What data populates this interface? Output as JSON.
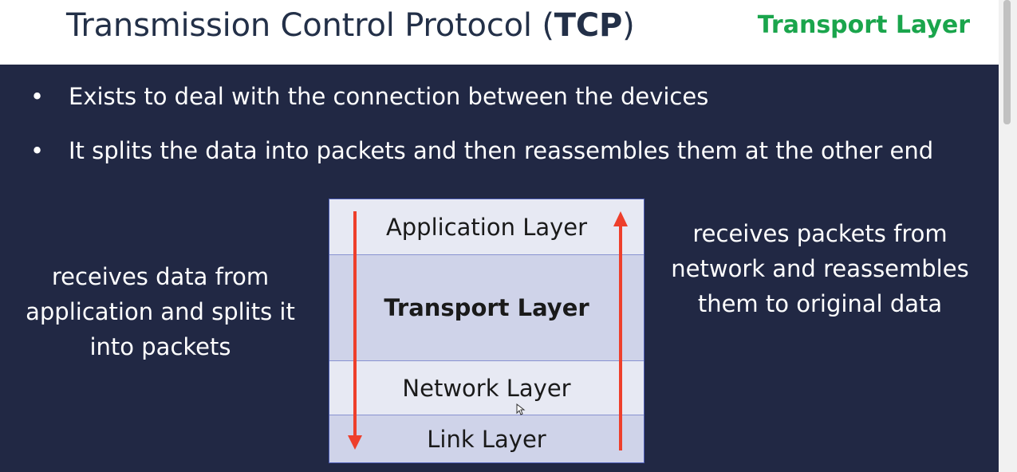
{
  "header": {
    "title_prefix": "Transmission Control Protocol (",
    "title_bold": "TCP",
    "title_suffix": ")",
    "section_label": "Transport Layer"
  },
  "bullets": [
    "Exists to deal with the connection between the devices",
    "It splits the data into packets and then reassembles them at the other end"
  ],
  "bullet_symbol": "•",
  "diagram": {
    "layers": [
      "Application Layer",
      "Transport Layer",
      "Network Layer",
      "Link Layer"
    ],
    "left_text": [
      "receives data from",
      "application and splits it",
      "into packets"
    ],
    "right_text": [
      "receives packets from",
      "network and reassembles",
      "them to original data"
    ]
  },
  "colors": {
    "background": "#212844",
    "title": "#233048",
    "section_label": "#1aa54c",
    "arrow": "#ee3f2b"
  }
}
